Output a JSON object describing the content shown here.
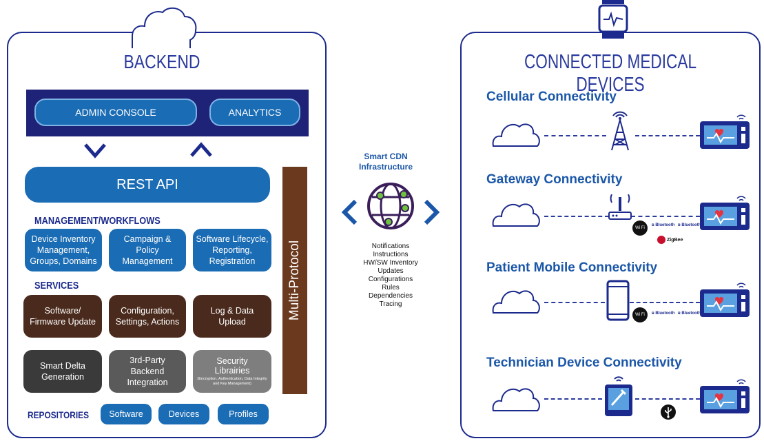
{
  "backend": {
    "title": "BACKEND",
    "admin_console": "ADMIN CONSOLE",
    "analytics": "ANALYTICS",
    "rest_api": "REST API",
    "multi_protocol": "Multi-Protocol",
    "management_heading": "MANAGEMENT/WORKFLOWS",
    "management": [
      "Device Inventory Management, Groups, Domains",
      "Campaign & Policy Management",
      "Software Lifecycle, Reporting, Registration"
    ],
    "services_heading": "SERVICES",
    "services_row1": [
      "Software/ Firmware Update",
      "Configuration, Settings, Actions",
      "Log & Data Upload"
    ],
    "services_row2": [
      "Smart Delta Generation",
      "3rd-Party Backend Integration",
      "Security Librairies"
    ],
    "security_subtext": "(Encryption, Authentication, Data Integrity and Key Management)",
    "repositories_heading": "REPOSITORIES",
    "repositories": [
      "Software",
      "Devices",
      "Profiles"
    ]
  },
  "cdn": {
    "title_line1": "Smart CDN",
    "title_line2": "Infrastructure",
    "items": [
      "Notifications",
      "Instructions",
      "HW/SW Inventory",
      "Updates",
      "Configurations",
      "Rules",
      "Dependencies",
      "Tracing"
    ]
  },
  "devices": {
    "title": "CONNECTED MEDICAL DEVICES",
    "rows": [
      {
        "label": "Cellular Connectivity"
      },
      {
        "label": "Gateway Connectivity"
      },
      {
        "label": "Patient Mobile Connectivity"
      },
      {
        "label": "Technician Device Connectivity"
      }
    ],
    "badges": {
      "wifi": "Wi Fi",
      "bluetooth": "Bluetooth",
      "zigbee": "ZigBee"
    }
  },
  "colors": {
    "navy": "#1e2378",
    "blue": "#1a6cb4",
    "brown": "#4a2a1c",
    "border": "#1b2a8c"
  }
}
